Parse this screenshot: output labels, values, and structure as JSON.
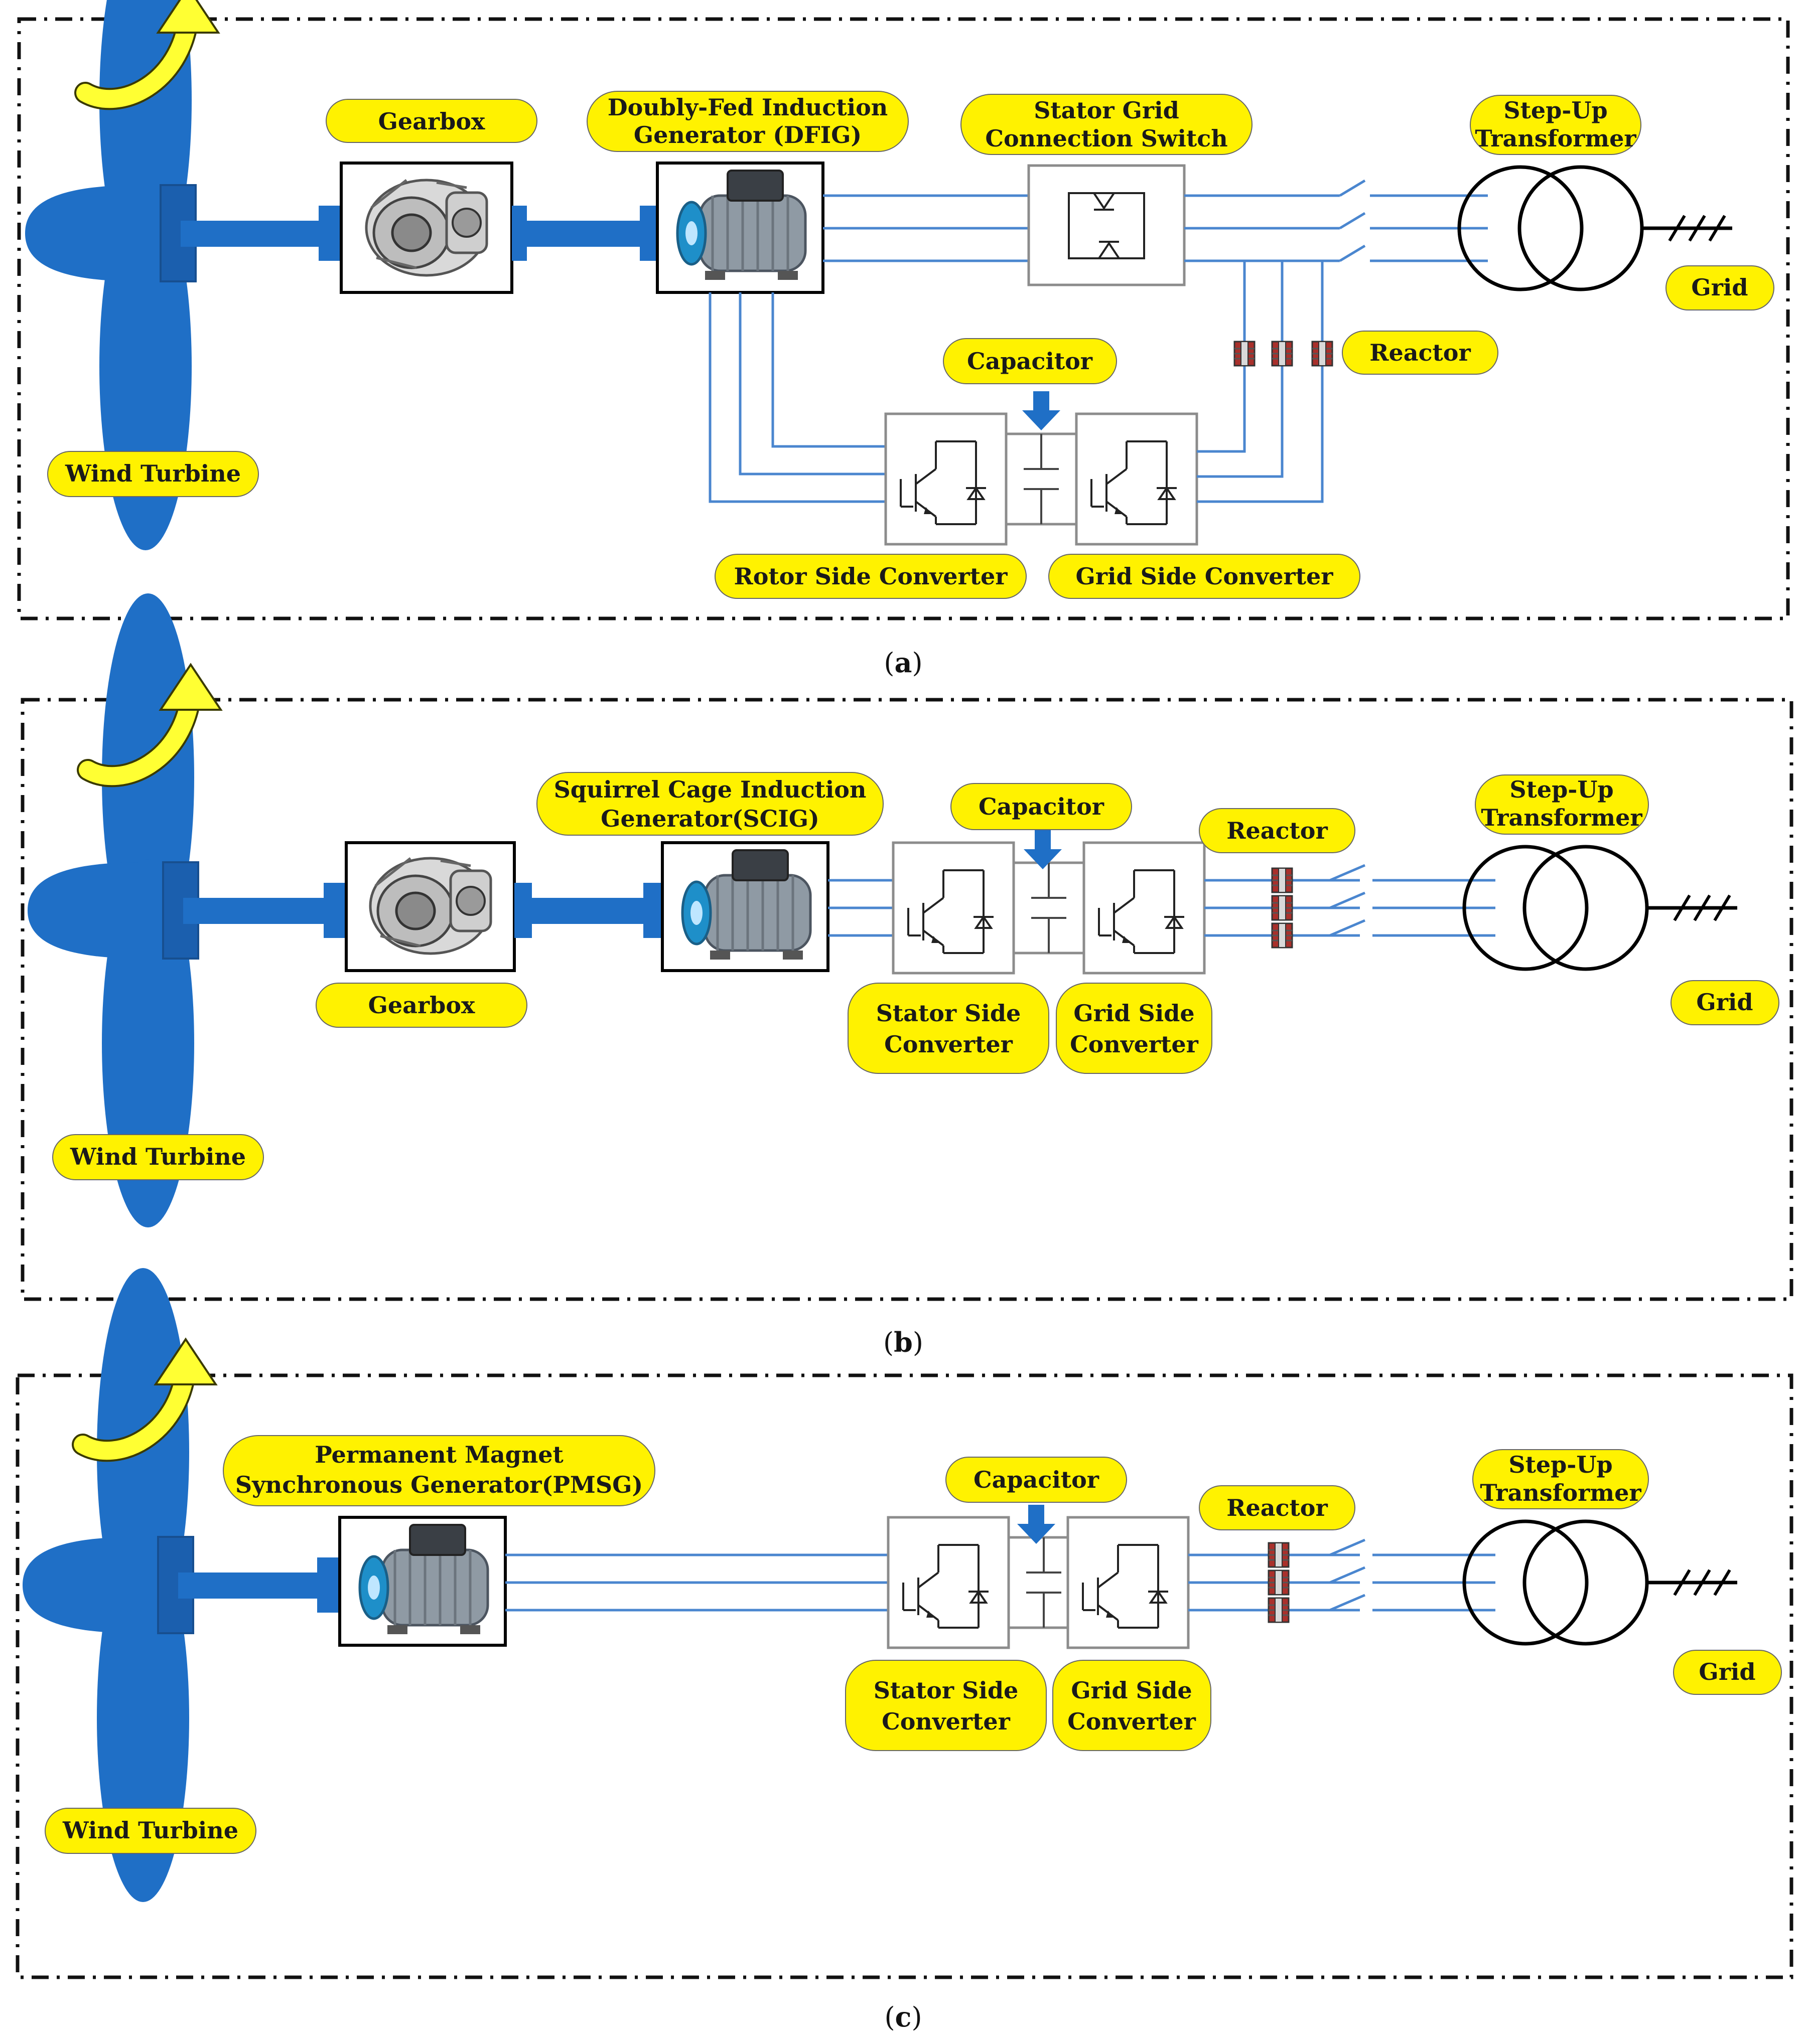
{
  "panels": [
    {
      "id": "a",
      "caption_prefix": "(",
      "caption_letter": "a",
      "caption_suffix": ")",
      "labels": {
        "wind_turbine": "Wind Turbine",
        "gearbox": "Gearbox",
        "generator_line1": "Doubly-Fed Induction",
        "generator_line2": "Generator (DFIG)",
        "switch_line1": "Stator Grid",
        "switch_line2": "Connection Switch",
        "transformer_line1": "Step-Up",
        "transformer_line2": "Transformer",
        "grid": "Grid",
        "reactor": "Reactor",
        "capacitor": "Capacitor",
        "converter1": "Rotor Side Converter",
        "converter2": "Grid Side Converter"
      }
    },
    {
      "id": "b",
      "caption_prefix": "(",
      "caption_letter": "b",
      "caption_suffix": ")",
      "labels": {
        "wind_turbine": "Wind Turbine",
        "gearbox": "Gearbox",
        "generator_line1": "Squirrel Cage Induction",
        "generator_line2": "Generator(SCIG)",
        "capacitor": "Capacitor",
        "reactor": "Reactor",
        "transformer_line1": "Step-Up",
        "transformer_line2": "Transformer",
        "grid": "Grid",
        "converter1_line1": "Stator Side",
        "converter1_line2": "Converter",
        "converter2_line1": "Grid Side",
        "converter2_line2": "Converter"
      }
    },
    {
      "id": "c",
      "caption_prefix": "(",
      "caption_letter": "c",
      "caption_suffix": ")",
      "labels": {
        "wind_turbine": "Wind Turbine",
        "generator_line1": "Permanent Magnet",
        "generator_line2": "Synchronous Generator(PMSG)",
        "capacitor": "Capacitor",
        "reactor": "Reactor",
        "transformer_line1": "Step-Up",
        "transformer_line2": "Transformer",
        "grid": "Grid",
        "converter1_line1": "Stator Side",
        "converter1_line2": "Converter",
        "converter2_line1": "Grid Side",
        "converter2_line2": "Converter"
      }
    }
  ],
  "colors": {
    "turbine_blue": "#1f6fc6",
    "line_blue": "#4a86cf",
    "label_yellow": "#fff200",
    "rotation_arrow": "#ffff33",
    "border": "#111111",
    "reactor_red": "#b0413e"
  }
}
